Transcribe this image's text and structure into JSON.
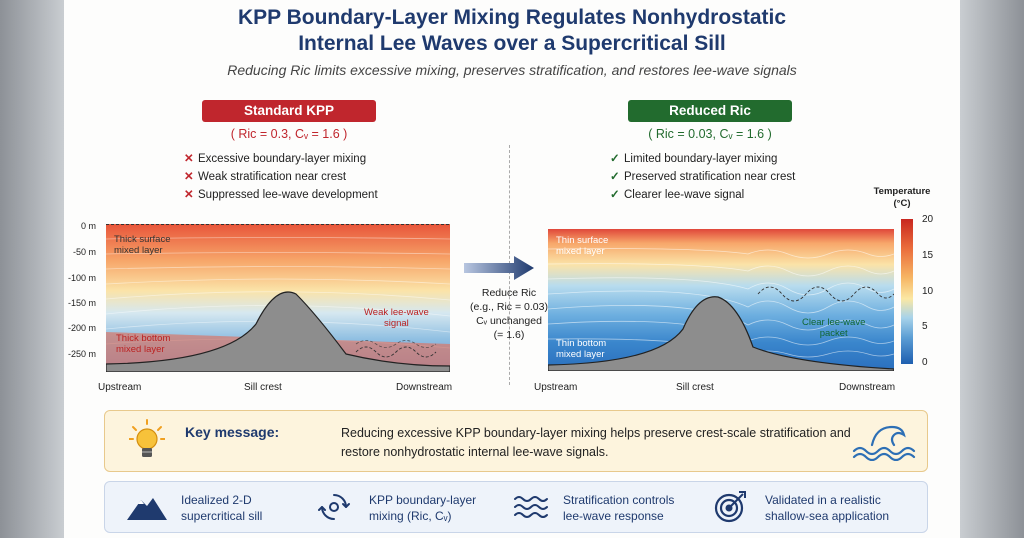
{
  "title": {
    "line1": "KPP Boundary-Layer Mixing Regulates Nonhydrostatic",
    "line2": "Internal Lee Waves over a Supercritical Sill",
    "subtitle": "Reducing Ric limits excessive mixing, preserves stratification, and restores lee-wave signals"
  },
  "left": {
    "header": "Standard KPP",
    "header_color": "#c0262d",
    "params": "( Ric = 0.3, Cᵥ = 1.6 )",
    "bullets": [
      "Excessive boundary-layer mixing",
      "Weak stratification near crest",
      "Suppressed lee-wave development"
    ],
    "bullet_mark": "✕",
    "label_surface": "Thick surface\nmixed layer",
    "label_bottom": "Thick bottom\nmixed layer",
    "label_wave": "Weak lee-wave\nsignal"
  },
  "right": {
    "header": "Reduced Ric",
    "header_color": "#226b2e",
    "params": "( Ric = 0.03, Cᵥ = 1.6 )",
    "bullets": [
      "Limited boundary-layer mixing",
      "Preserved stratification near crest",
      "Clearer lee-wave signal"
    ],
    "bullet_mark": "✓",
    "label_surface": "Thin surface\nmixed layer",
    "label_bottom": "Thin bottom\nmixed layer",
    "label_wave": "Clear lee-wave\npacket"
  },
  "depth_ticks": [
    "0 m",
    "-50 m",
    "-100 m",
    "-150 m",
    "-200 m",
    "-250 m"
  ],
  "x_labels": [
    "Upstream",
    "Sill crest",
    "Downstream"
  ],
  "arrow_text": {
    "line1": "Reduce Ric",
    "line2": "(e.g., Ric = 0.03)",
    "line3": "Cᵥ unchanged",
    "line4": "(= 1.6)"
  },
  "colorbar": {
    "title": "Temperature\n(°C)",
    "ticks": [
      "20",
      "15",
      "10",
      "5",
      "0"
    ]
  },
  "key_message": {
    "label": "Key message:",
    "text": "Reducing excessive KPP boundary-layer mixing helps preserve crest-scale stratification and restore nonhydrostatic internal lee-wave signals."
  },
  "features": [
    {
      "icon": "mountain-icon",
      "text": "Idealized 2-D\nsupercritical sill"
    },
    {
      "icon": "mixing-swirl-icon",
      "text": "KPP boundary-layer\nmixing (Ric, Cᵥ)"
    },
    {
      "icon": "wave-lines-icon",
      "text": "Stratification controls\nlee-wave response"
    },
    {
      "icon": "target-icon",
      "text": "Validated in a realistic\nshallow-sea application"
    }
  ],
  "colors": {
    "title": "#1f3a6e",
    "warm": "#e65a3a",
    "cold": "#1e5fb0",
    "sill": "#8a8a8a"
  }
}
